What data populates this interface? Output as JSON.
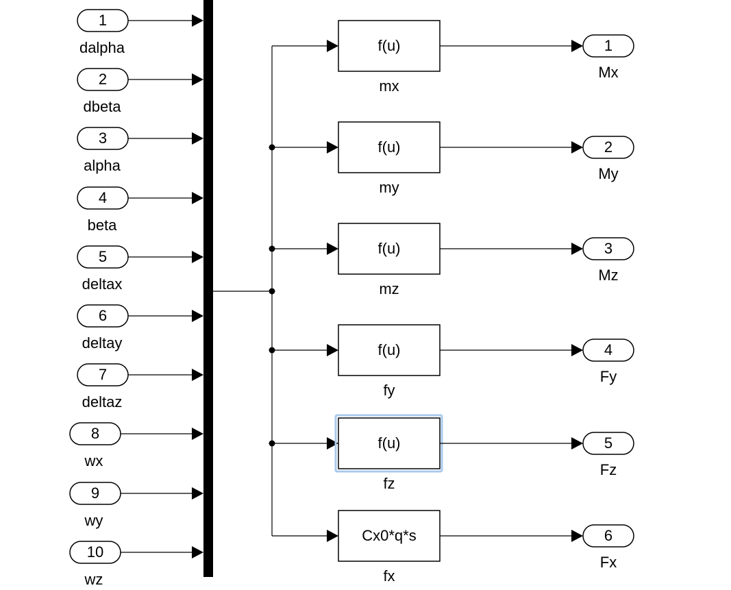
{
  "inports": [
    {
      "num": "1",
      "name": "dalpha"
    },
    {
      "num": "2",
      "name": "dbeta"
    },
    {
      "num": "3",
      "name": "alpha"
    },
    {
      "num": "4",
      "name": "beta"
    },
    {
      "num": "5",
      "name": "deltax"
    },
    {
      "num": "6",
      "name": "deltay"
    },
    {
      "num": "7",
      "name": "deltaz"
    },
    {
      "num": "8",
      "name": "wx"
    },
    {
      "num": "9",
      "name": "wy"
    },
    {
      "num": "10",
      "name": "wz"
    }
  ],
  "blocks": [
    {
      "expr": "f(u)",
      "name": "mx"
    },
    {
      "expr": "f(u)",
      "name": "my"
    },
    {
      "expr": "f(u)",
      "name": "mz"
    },
    {
      "expr": "f(u)",
      "name": "fy"
    },
    {
      "expr": "f(u)",
      "name": "fz",
      "selected": true
    },
    {
      "expr": "Cx0*q*s",
      "name": "fx"
    }
  ],
  "outports": [
    {
      "num": "1",
      "name": "Mx"
    },
    {
      "num": "2",
      "name": "My"
    },
    {
      "num": "3",
      "name": "Mz"
    },
    {
      "num": "4",
      "name": "Fy"
    },
    {
      "num": "5",
      "name": "Fz"
    },
    {
      "num": "6",
      "name": "Fx"
    }
  ],
  "colors": {
    "line": "#000000",
    "background": "#ffffff",
    "selection": "#a9c8ec"
  }
}
